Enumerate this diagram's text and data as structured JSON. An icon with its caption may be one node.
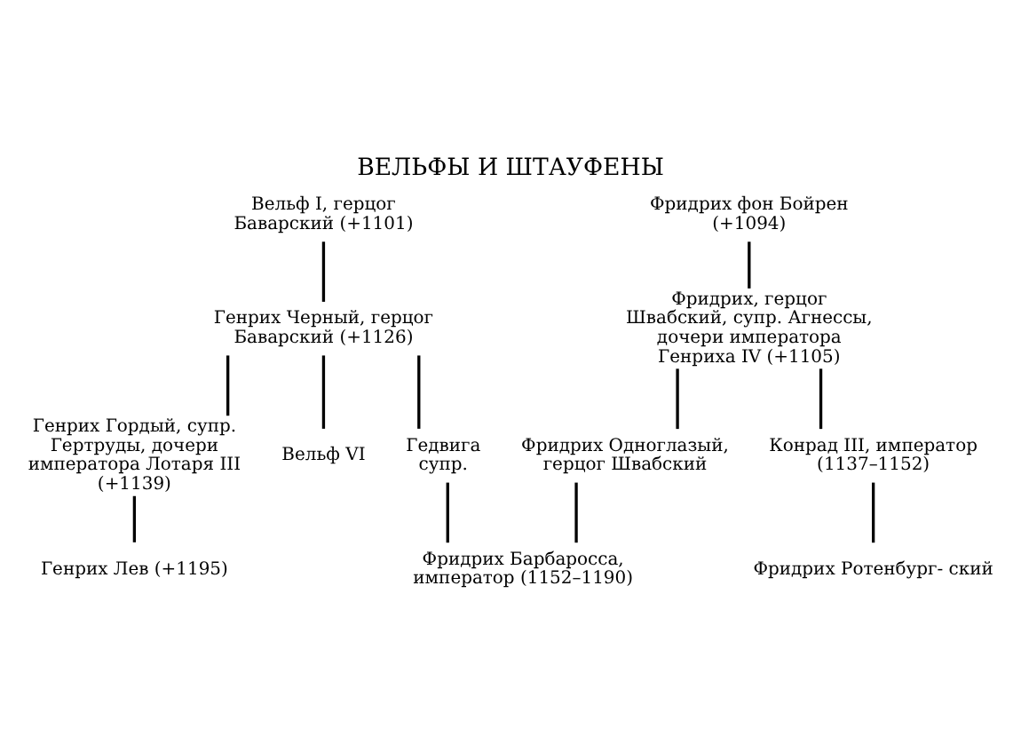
{
  "diagram": {
    "title": "ВЕЛЬФЫ И ШТАУФЕНЫ",
    "nodes": [
      {
        "text": [
          "Вельф I, герцог Баварский (+1101)"
        ]
      },
      {
        "text": [
          "Генрих Черный, герцог Баварский (+1126)"
        ]
      },
      {
        "text": [
          "Фридрих фон Бойрен (+1094)"
        ]
      },
      {
        "text": [
          "Фридрих, герцог Швабский, супр. Агнессы, дочери императора Генриха IV (+1105)"
        ]
      },
      {
        "text": [
          "Генрих Гордый, супр. Гертруды, дочери императора Лотаря III (+1139)"
        ]
      },
      {
        "text": [
          "Вельф VI"
        ]
      },
      {
        "text": [
          "Гедвига",
          "супр."
        ]
      },
      {
        "text": [
          "Фридрих Одноглазый, герцог Швабский"
        ]
      },
      {
        "text": [
          "Конрад III, император (1137–1152)"
        ]
      },
      {
        "text": [
          "Генрих Лев (+1195)"
        ]
      },
      {
        "text": [
          "Фридрих Барбаросса, император (1152–1190)"
        ]
      },
      {
        "text": [
          "Фридрих Ротенбург- ский"
        ]
      }
    ],
    "edges": [
      {
        "from": 0,
        "to": 1,
        "arrow": "none"
      },
      {
        "from": 1,
        "to": 4,
        "arrow": "none"
      },
      {
        "from": 1,
        "to": 5,
        "arrow": "none"
      },
      {
        "from": 1,
        "to": 6,
        "arrow": "none"
      },
      {
        "from": 2,
        "to": 3,
        "arrow": "none"
      },
      {
        "from": 3,
        "to": 7,
        "arrow": "none"
      },
      {
        "from": 3,
        "to": 8,
        "arrow": "none"
      },
      {
        "from": 4,
        "to": 9,
        "arrow": "none"
      },
      {
        "from": 6,
        "to": 10,
        "arrow": "none"
      },
      {
        "from": 7,
        "to": 10,
        "arrow": "none"
      },
      {
        "from": 8,
        "to": 11,
        "arrow": "none"
      }
    ]
  }
}
